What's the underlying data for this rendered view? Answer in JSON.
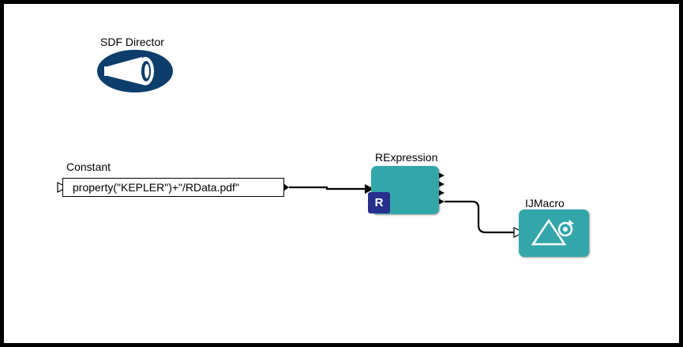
{
  "director": {
    "label": "SDF Director",
    "icon": "megaphone-icon",
    "color": "#0d3d6b"
  },
  "actors": {
    "constant": {
      "label": "Constant",
      "value": "property(\"KEPLER\")+\"/RData.pdf\""
    },
    "rexpression": {
      "label": "RExpression",
      "badge": "R",
      "color": "#33a6aa",
      "badge_color": "#272f8c"
    },
    "ijmacro": {
      "label": "IJMacro",
      "icon": "mountain-refresh-icon",
      "color": "#33a6aa"
    }
  }
}
